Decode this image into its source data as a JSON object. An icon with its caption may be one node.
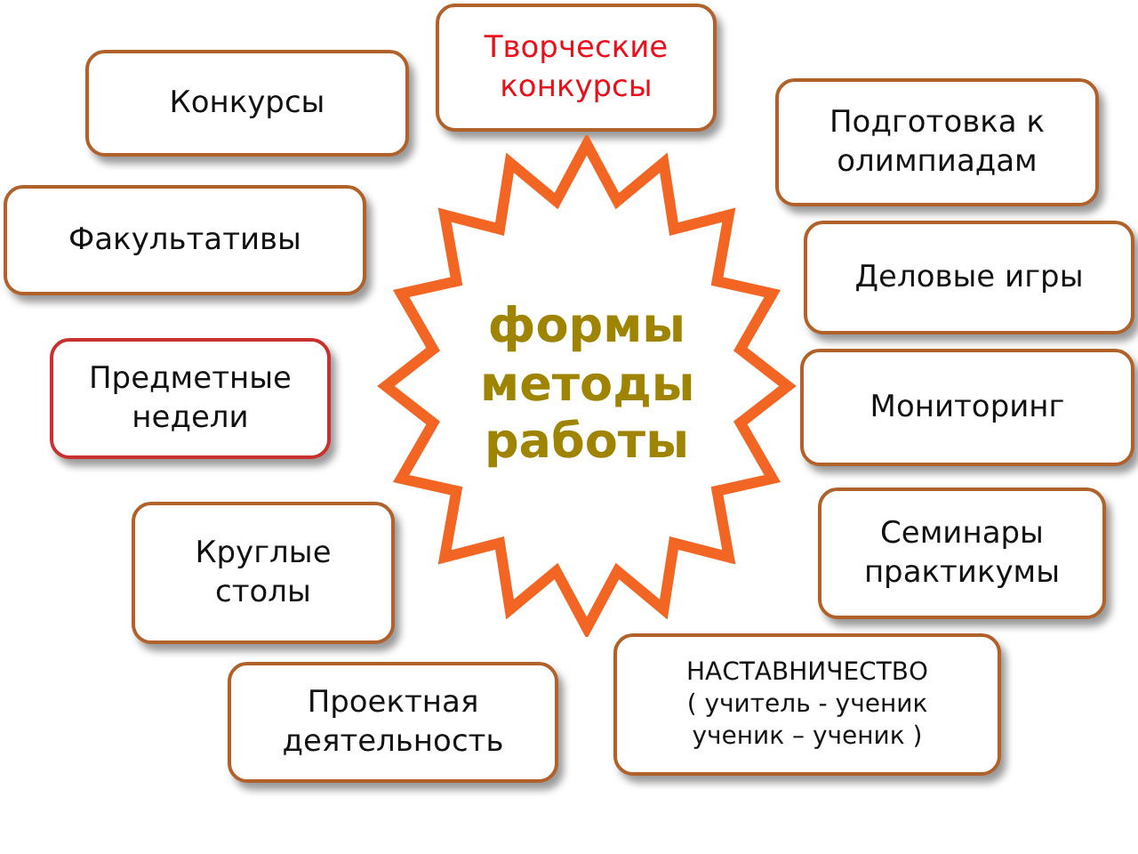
{
  "diagram": {
    "nodes": [
      {
        "text": [
          "Творческие конкурсы"
        ]
      },
      {
        "text": [
          "Конкурсы"
        ]
      },
      {
        "text": [
          "Подготовка к олимпиадам"
        ]
      },
      {
        "text": [
          "Факультативы"
        ]
      },
      {
        "text": [
          "формы методы работы"
        ]
      },
      {
        "text": [
          "Деловые игры"
        ]
      },
      {
        "text": [
          "Предметные недели"
        ]
      },
      {
        "text": [
          "Мониторинг"
        ]
      },
      {
        "text": [
          "Семинары практикумы"
        ]
      },
      {
        "text": [
          "Круглые столы"
        ]
      },
      {
        "text": [
          "НАСТАВНИЧЕСТВО",
          "( учитель - ученик ученик – ученик )"
        ]
      },
      {
        "text": [
          "Проектная деятельность"
        ]
      }
    ]
  }
}
